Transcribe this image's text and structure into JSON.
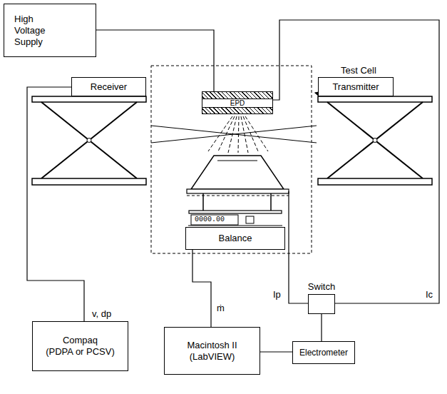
{
  "diagram": {
    "nodes": [
      {
        "text": [
          "High Voltage Supply"
        ]
      },
      {
        "text": [
          "EPD"
        ]
      },
      {
        "text": [
          "Receiver"
        ]
      },
      {
        "text": [
          "Transmitter"
        ]
      },
      {
        "text": [
          "Balance"
        ]
      },
      {
        "text": [
          "Compaq",
          "(PDPA or PCSV)"
        ]
      },
      {
        "text": [
          "Macintosh II",
          "(LabVIEW)"
        ]
      },
      {
        "text": [
          "Switch"
        ]
      },
      {
        "text": [
          "Electrometer"
        ]
      }
    ],
    "edges": [
      {
        "from": 0,
        "to": 1,
        "arrow": "none"
      },
      {
        "from": 1,
        "to": 7,
        "label": "Ic",
        "arrow": "none"
      },
      {
        "from": 2,
        "to": 5,
        "label": "v, dp",
        "arrow": "none"
      },
      {
        "from": 4,
        "to": 6,
        "label": "ṁ",
        "arrow": "none"
      },
      {
        "from": 6,
        "to": 8,
        "arrow": "none"
      },
      {
        "from": 7,
        "to": 8,
        "arrow": "none"
      }
    ],
    "labels": [
      "Test Cell",
      "0000.00",
      "Ip"
    ]
  }
}
